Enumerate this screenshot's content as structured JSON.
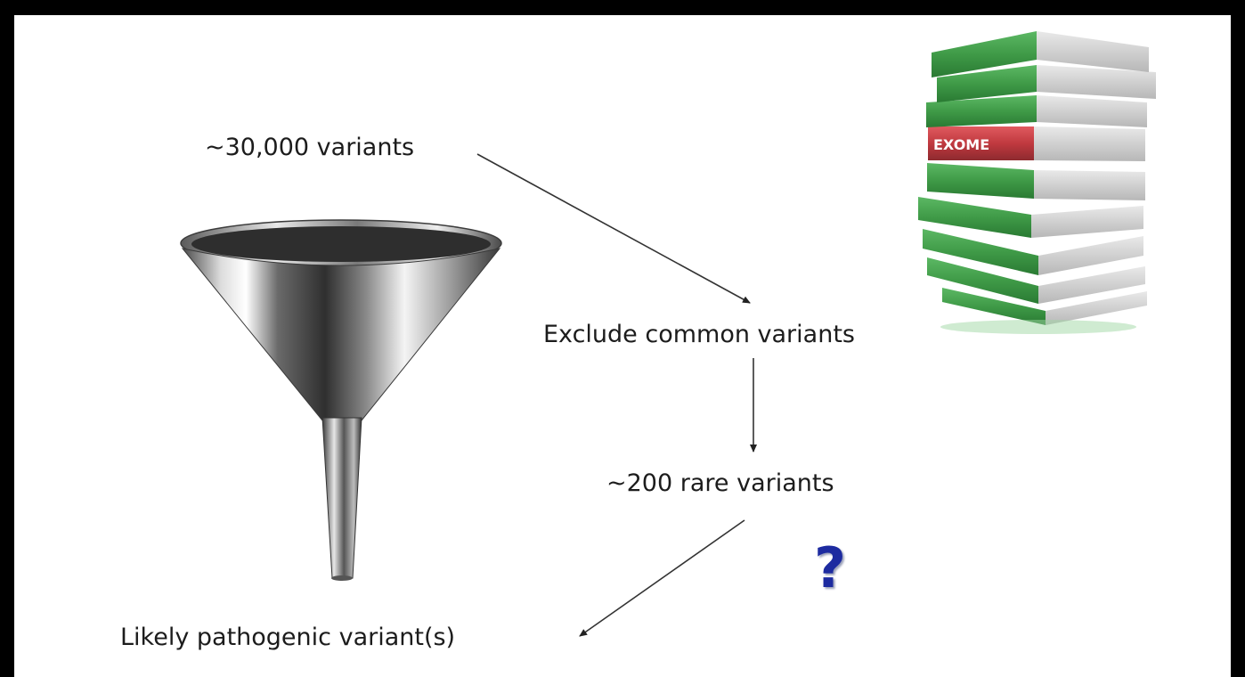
{
  "diagram": {
    "step_1": "~30,000 variants",
    "step_2": "Exclude common variants",
    "step_3": "~200 rare variants",
    "step_4": "Likely pathogenic variant(s)",
    "question_mark": "?",
    "book_label": "EXOME"
  },
  "icons": {
    "funnel": "funnel-icon",
    "books": "book-stack-icon"
  },
  "colors": {
    "book_green": "#3f9a47",
    "book_red": "#c0393f",
    "question_blue": "#1d2ba0"
  }
}
